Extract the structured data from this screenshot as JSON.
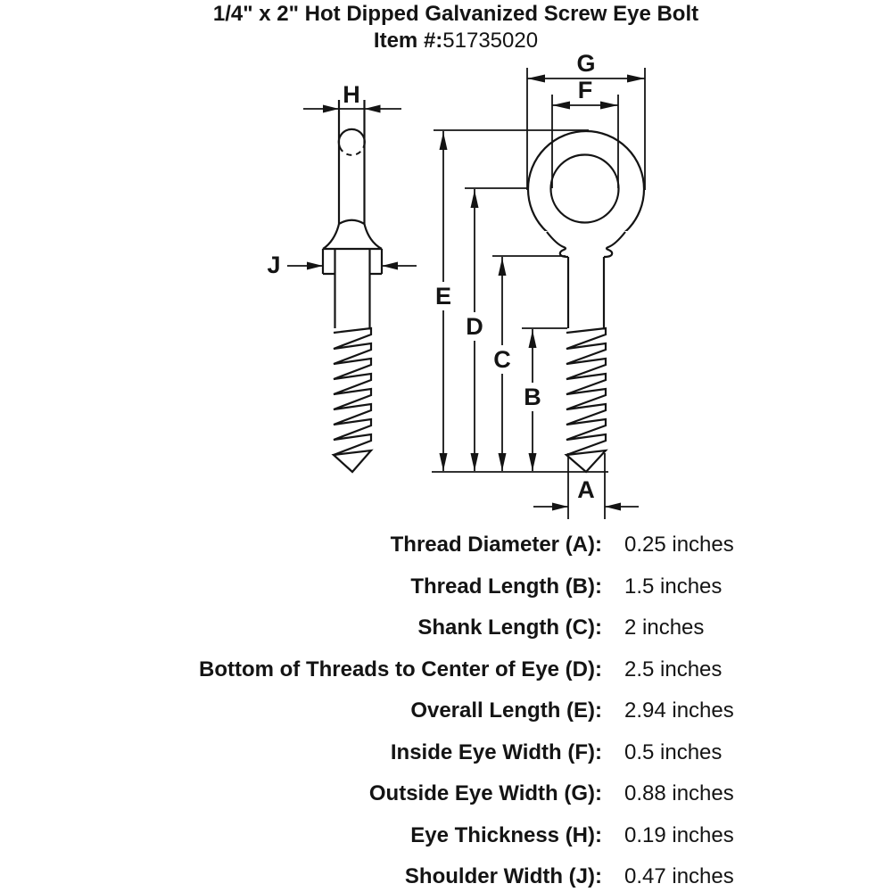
{
  "header": {
    "title": "1/4\" x 2\" Hot Dipped Galvanized Screw Eye Bolt",
    "item_label": "Item #:",
    "item_number": "51735020"
  },
  "drawing": {
    "dim_letters": {
      "a": "A",
      "b": "B",
      "c": "C",
      "d": "D",
      "e": "E",
      "f": "F",
      "g": "G",
      "h": "H",
      "j": "J"
    }
  },
  "spec_table": {
    "rows": [
      {
        "label": "Thread Diameter (A):",
        "value": "0.25 inches"
      },
      {
        "label": "Thread Length (B):",
        "value": "1.5 inches"
      },
      {
        "label": "Shank Length (C):",
        "value": "2 inches"
      },
      {
        "label": "Bottom of Threads to Center of Eye (D):",
        "value": "2.5 inches"
      },
      {
        "label": "Overall Length (E):",
        "value": "2.94 inches"
      },
      {
        "label": "Inside Eye Width (F):",
        "value": "0.5 inches"
      },
      {
        "label": "Outside Eye Width (G):",
        "value": "0.88 inches"
      },
      {
        "label": "Eye Thickness (H):",
        "value": "0.19 inches"
      },
      {
        "label": "Shoulder Width (J):",
        "value": "0.47 inches"
      }
    ]
  },
  "colors": {
    "ink": "#141414",
    "background": "#ffffff"
  }
}
